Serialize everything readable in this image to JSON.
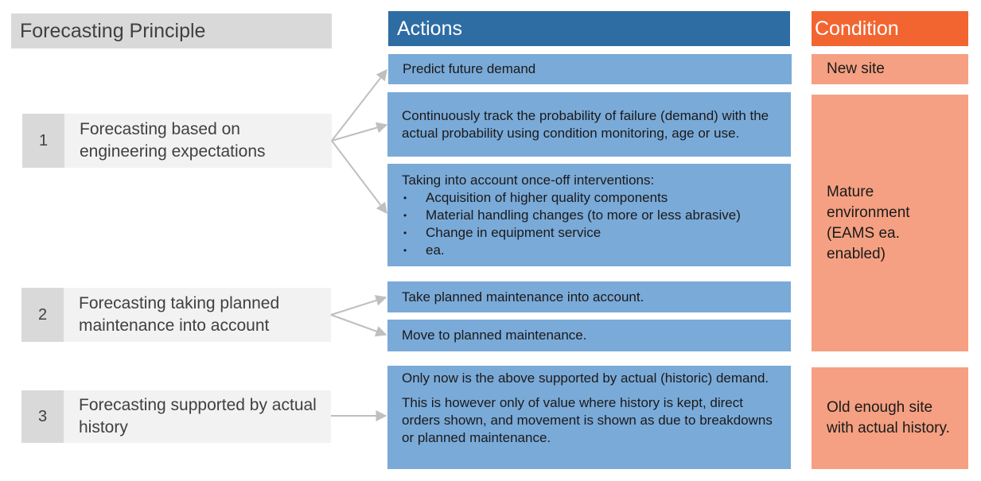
{
  "headers": {
    "principle": "Forecasting Principle",
    "actions": "Actions",
    "condition": "Condition"
  },
  "principles": [
    {
      "number": "1",
      "label": "Forecasting based on engineering expectations"
    },
    {
      "number": "2",
      "label": "Forecasting taking planned maintenance into account"
    },
    {
      "number": "3",
      "label": "Forecasting supported by actual history"
    }
  ],
  "actions": {
    "predict": "Predict future demand",
    "track": "Continuously track the probability of failure (demand) with the actual probability using condition monitoring, age or use.",
    "interventions": {
      "intro": "Taking into account once-off interventions:",
      "bullets": [
        "Acquisition of  higher quality components",
        "Material handling changes (to more or less abrasive)",
        "Change in equipment service",
        "ea."
      ]
    },
    "take_planned": "Take planned maintenance into account.",
    "move_planned": "Move to planned maintenance.",
    "history_1": "Only now is the above supported by actual (historic) demand.",
    "history_2": "This is however only of value where history is kept, direct orders shown, and movement is shown as due to breakdowns or planned maintenance."
  },
  "conditions": {
    "new_site": "New site",
    "mature": "Mature environment (EAMS ea. enabled)",
    "old_site": "Old enough site with actual history."
  },
  "colors": {
    "actions_header": "#2e6da4",
    "actions_box": "#7aaad8",
    "condition_header": "#f26531",
    "condition_box": "#f5a082",
    "principle_header": "#d9d9d9",
    "principle_box": "#f2f2f2",
    "arrow": "#bfbfbf"
  }
}
